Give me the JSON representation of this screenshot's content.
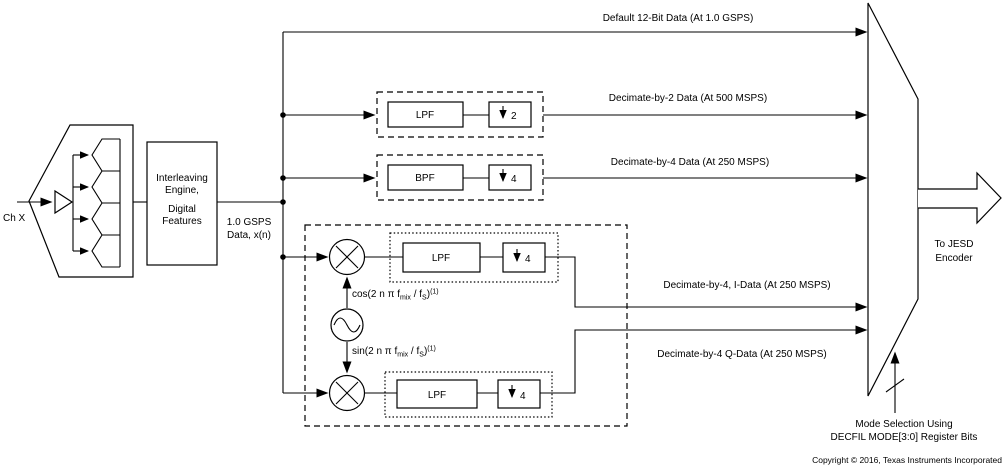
{
  "colors": {
    "line": "#000000",
    "background": "#ffffff",
    "text": "#000000"
  },
  "input": {
    "channel": "Ch X"
  },
  "interleaving_box": {
    "line1": "Interleaving",
    "line2": "Engine,",
    "line3": "Digital",
    "line4": "Features"
  },
  "trunk": {
    "rate_line1": "1.0 GSPS",
    "rate_line2": "Data, x(n)"
  },
  "branches": {
    "default": {
      "label": "Default 12-Bit Data (At 1.0 GSPS)"
    },
    "by2": {
      "filter": "LPF",
      "factor": "2",
      "label": "Decimate-by-2 Data (At 500 MSPS)"
    },
    "by4": {
      "filter": "BPF",
      "factor": "4",
      "label": "Decimate-by-4 Data (At 250 MSPS)"
    },
    "ddc": {
      "i": {
        "filter": "LPF",
        "factor": "4",
        "label": "Decimate-by-4, I-Data (At 250 MSPS)"
      },
      "q": {
        "filter": "LPF",
        "factor": "4",
        "label": "Decimate-by-4 Q-Data (At 250 MSPS)"
      },
      "nco": {
        "cos_pre": "cos(2 n π f",
        "cos_sub1": "mix",
        "cos_mid": " / f",
        "cos_sub2": "S",
        "cos_close": ")",
        "cos_sup": "(1)",
        "sin_pre": "sin(2 n π f",
        "sin_sub1": "mix",
        "sin_mid": " / f",
        "sin_sub2": "S",
        "sin_close": ")",
        "sin_sup": "(1)"
      }
    }
  },
  "mux": {
    "output_line1": "To JESD",
    "output_line2": "Encoder",
    "mode_line1": "Mode Selection Using",
    "mode_line2": "DECFIL MODE[3:0] Register Bits"
  },
  "footer": {
    "copyright": "Copyright © 2016, Texas Instruments Incorporated"
  }
}
